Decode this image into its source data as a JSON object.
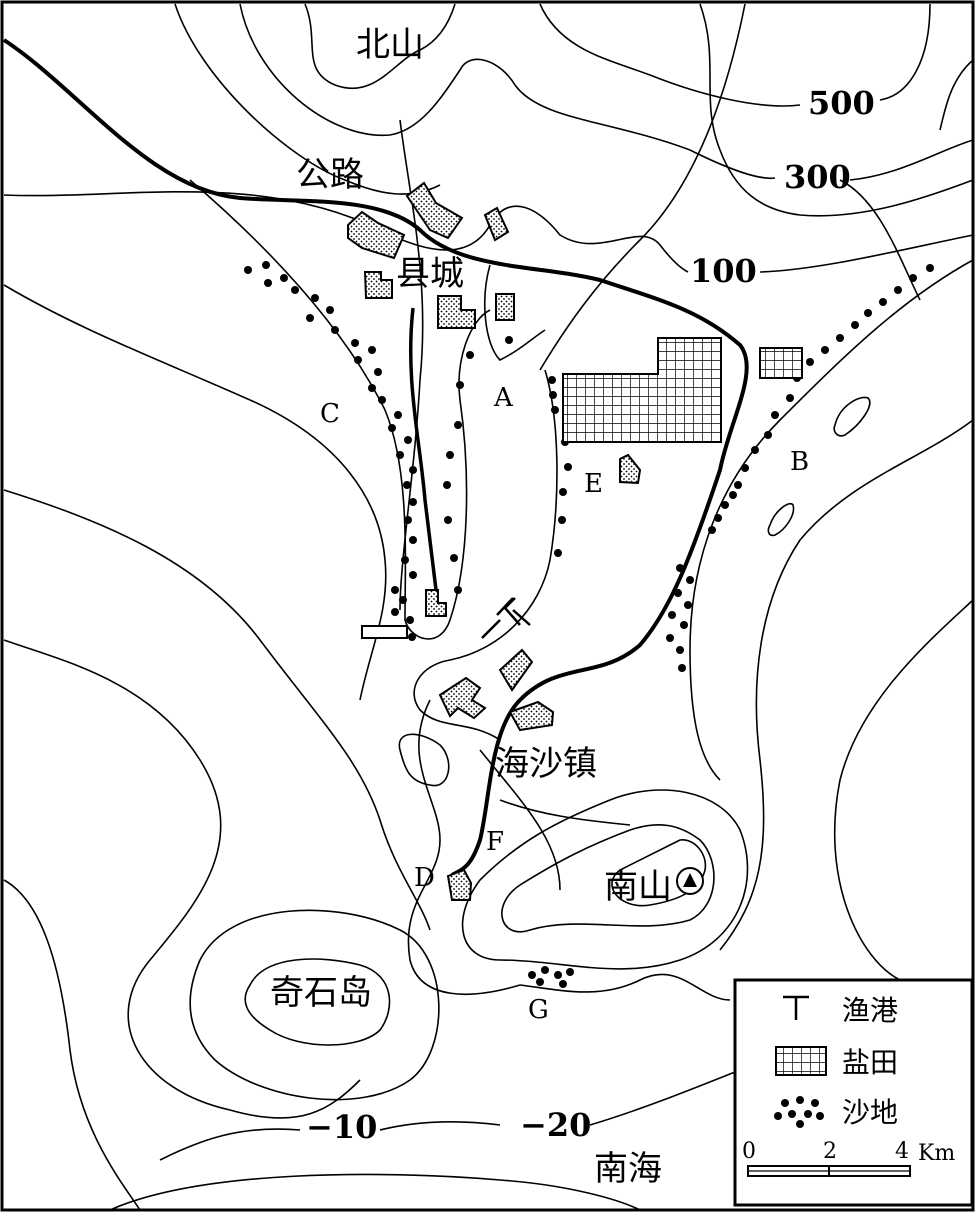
{
  "labels": {
    "north_mountain": "北山",
    "road": "公路",
    "county_town": "县城",
    "A": "A",
    "B": "B",
    "C": "C",
    "D": "D",
    "E": "E",
    "F": "F",
    "G": "G",
    "haisha_town": "海沙镇",
    "south_mountain": "南山",
    "qishi_island": "奇石岛",
    "south_sea": "南海"
  },
  "contours": {
    "c500": "500",
    "c300": "300",
    "c100": "100",
    "cm10": "−10",
    "cm20": "−20"
  },
  "legend": {
    "fishing_port": "渔港",
    "salt_field": "盐田",
    "sand": "沙地"
  },
  "scale": {
    "t0": "0",
    "t2": "2",
    "t4": "4",
    "unit": "Km"
  },
  "symbols": {
    "peak": "peak-triangle-icon",
    "port": "fishing-port-icon",
    "salt": "salt-field-icon",
    "sand": "sand-dots-icon"
  }
}
